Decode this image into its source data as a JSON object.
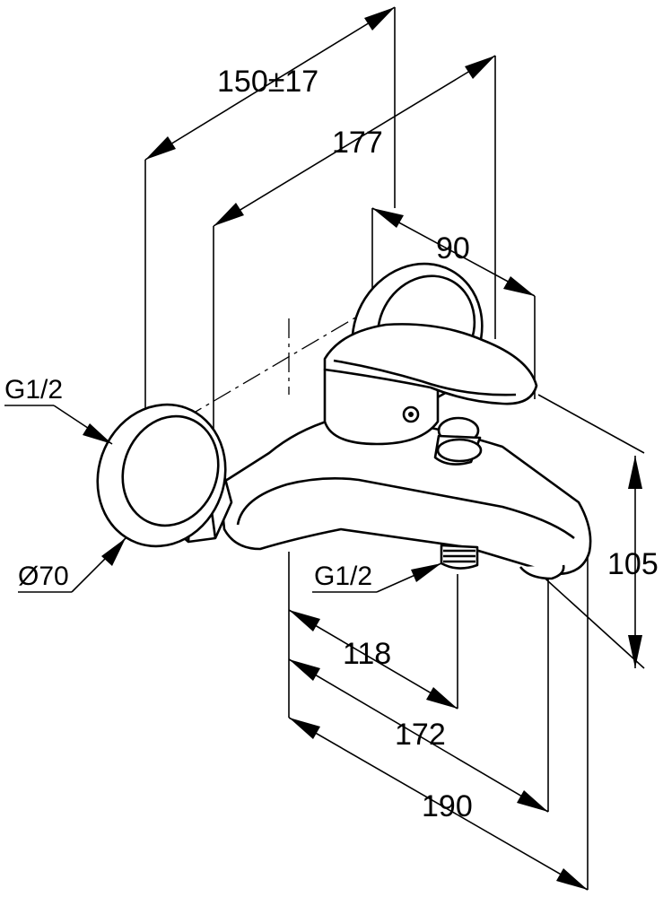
{
  "drawing": {
    "dimensions": {
      "mount_spacing": "150±17",
      "depth_total": "177",
      "lever_offset": "90",
      "height": "105",
      "outlet_118": "118",
      "outlet_172": "172",
      "outlet_190": "190"
    },
    "callouts": {
      "inlet_thread": "G1/2",
      "flange_diameter": "Ø70",
      "outlet_thread": "G1/2"
    }
  }
}
